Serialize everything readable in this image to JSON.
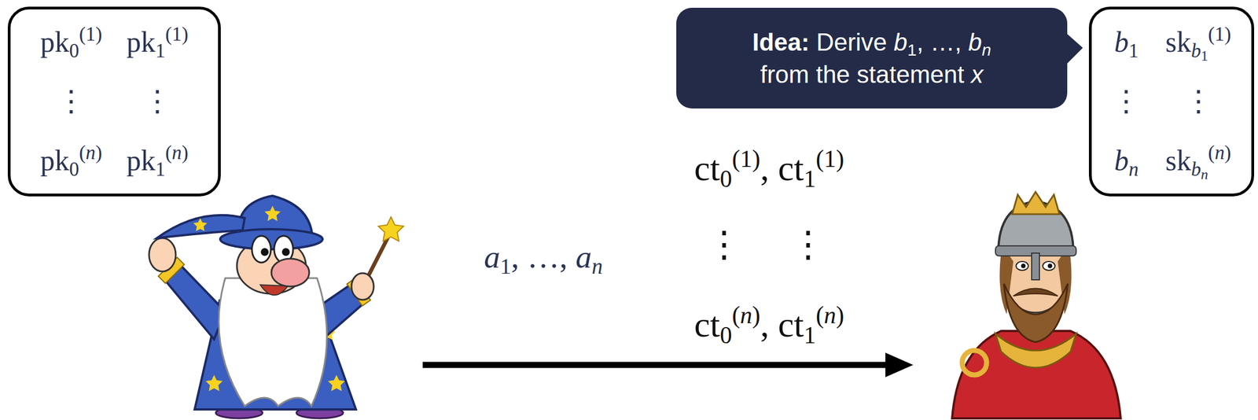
{
  "diagram": {
    "nodes": [
      {
        "text": [
          "pk0(1)",
          "pk1(1)",
          "⋮",
          "⋮",
          "pk0(n)",
          "pk1(n)"
        ]
      },
      {
        "text": [
          "Idea: Derive b1, …, bn from the statement x"
        ]
      },
      {
        "text": [
          "b1",
          "skb1(1)",
          "⋮",
          "⋮",
          "bn",
          "skbn(n)"
        ]
      }
    ],
    "labels": [
      "a1, …, an",
      "ct0(1), ct1(1)",
      "⋮",
      "⋮",
      "ct0(n), ct1(n)"
    ]
  }
}
